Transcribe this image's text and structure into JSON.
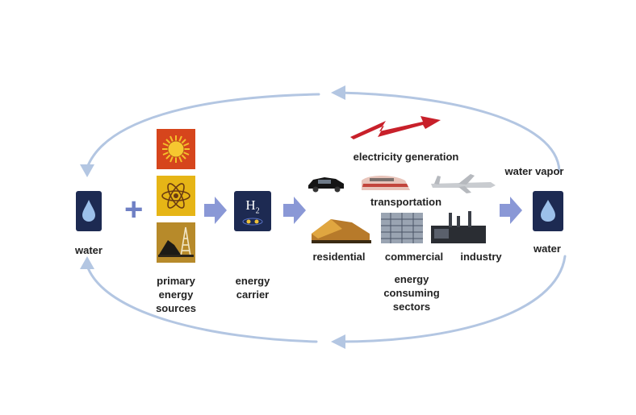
{
  "labels": {
    "water_left": "water",
    "primary_sources": [
      "primary",
      "energy",
      "sources"
    ],
    "energy_carrier": [
      "energy",
      "carrier"
    ],
    "h2_symbol": "H",
    "h2_subscript": "2",
    "electricity_generation": "electricity generation",
    "transportation": "transportation",
    "residential": "residential",
    "commercial": "commercial",
    "industry": "industry",
    "consuming_sectors": [
      "energy",
      "consuming",
      "sectors"
    ],
    "water_vapor": "water vapor",
    "water_right": "water"
  },
  "icons": {
    "water_left": "water-drop-icon",
    "sun": "sun-icon",
    "nuclear": "atom-icon",
    "fossil": "oil-rig-icon",
    "hydrogen": "hydrogen-icon",
    "lightning": "lightning-bolt-icon",
    "water_right": "water-drop-icon"
  },
  "colors": {
    "cycle_arrow": "#b3c6e2",
    "flow_arrow": "#8a98d6",
    "plus": "#6f80c4",
    "water_tile": "#1d2a52",
    "sun_tile": "#d6451c",
    "atom_tile": "#e6b516",
    "rig_tile": "#b78a2a",
    "bolt": "#c8202a"
  }
}
